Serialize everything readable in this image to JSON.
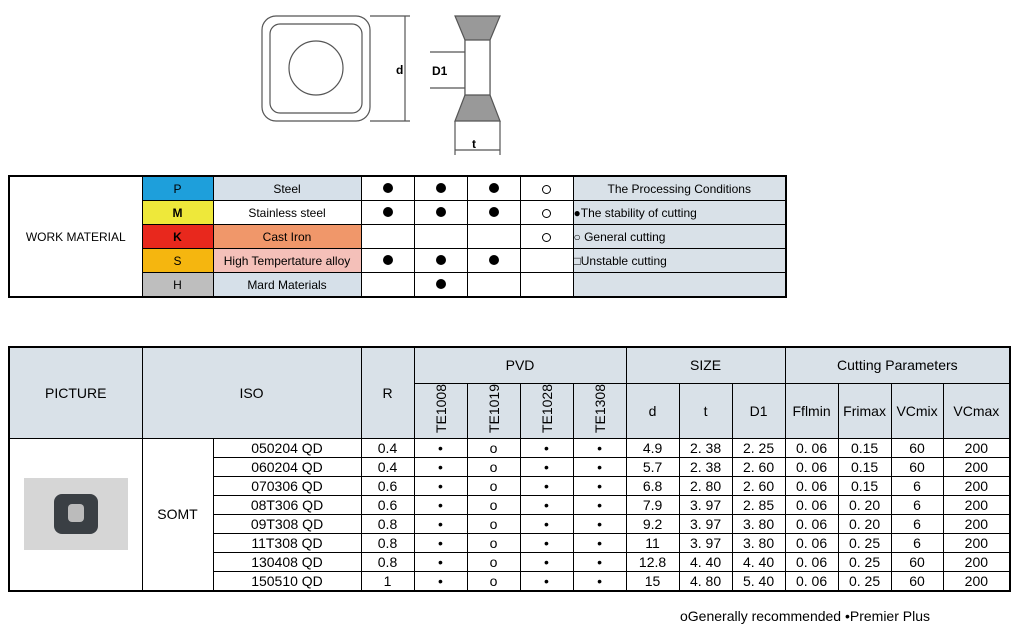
{
  "diagram": {
    "label_d": "d",
    "label_D1": "D1",
    "label_t": "t"
  },
  "work_material": {
    "title": "WORK MATERIAL",
    "rows": [
      {
        "code": "P",
        "name": "Steel",
        "code_color": "#1e9fdb",
        "name_color": "#d6e0e9",
        "marks": [
          "dot",
          "dot",
          "dot",
          "circle"
        ],
        "cond": "The Processing Conditions"
      },
      {
        "code": "M",
        "name": "Stainless steel",
        "code_color": "#eee83a",
        "name_color": "#ffffff",
        "marks": [
          "dot",
          "dot",
          "dot",
          "circle"
        ],
        "cond": "●The stability of cutting"
      },
      {
        "code": "K",
        "name": "Cast Iron",
        "code_color": "#e8281d",
        "name_color": "#f0976a",
        "marks": [
          "",
          "",
          "",
          "circle"
        ],
        "cond": "○ General cutting"
      },
      {
        "code": "S",
        "name": "High Tempertature alloy",
        "code_color": "#f5b60f",
        "name_color": "#f4c0b9",
        "marks": [
          "dot",
          "dot",
          "dot",
          ""
        ],
        "cond": "□Unstable cutting"
      },
      {
        "code": "H",
        "name": "Mard Materials",
        "code_color": "#bebebe",
        "name_color": "#d6e0e9",
        "marks": [
          "",
          "dot",
          "",
          ""
        ],
        "cond": ""
      }
    ]
  },
  "product_table": {
    "headers": {
      "picture": "PICTURE",
      "iso": "ISO",
      "r": "R",
      "pvd": "PVD",
      "size": "SIZE",
      "cutting": "Cutting Parameters",
      "grades": [
        "TE1008",
        "TE1019",
        "TE1028",
        "TE1308"
      ],
      "size_cols": [
        "d",
        "t",
        "D1"
      ],
      "cut_cols": [
        "Fflmin",
        "Frimax",
        "VCmix",
        "VCmax"
      ]
    },
    "series": "SOMT",
    "rows": [
      [
        "050204 QD",
        "0.4",
        "•",
        "o",
        "•",
        "•",
        "4.9",
        "2. 38",
        "2. 25",
        "0. 06",
        "0.15",
        "60",
        "200"
      ],
      [
        "060204 QD",
        "0.4",
        "•",
        "o",
        "•",
        "•",
        "5.7",
        "2. 38",
        "2. 60",
        "0. 06",
        "0.15",
        "60",
        "200"
      ],
      [
        "070306 QD",
        "0.6",
        "•",
        "o",
        "•",
        "•",
        "6.8",
        "2. 80",
        "2. 60",
        "0. 06",
        "0.15",
        "6",
        "200"
      ],
      [
        "08T306 QD",
        "0.6",
        "•",
        "o",
        "•",
        "•",
        "7.9",
        "3. 97",
        "2. 85",
        "0. 06",
        "0. 20",
        "6",
        "200"
      ],
      [
        "09T308 QD",
        "0.8",
        "•",
        "o",
        "•",
        "•",
        "9.2",
        "3. 97",
        "3. 80",
        "0. 06",
        "0. 20",
        "6",
        "200"
      ],
      [
        "11T308 QD",
        "0.8",
        "•",
        "o",
        "•",
        "•",
        "11",
        "3. 97",
        "3. 80",
        "0. 06",
        "0. 25",
        "6",
        "200"
      ],
      [
        "130408 QD",
        "0.8",
        "•",
        "o",
        "•",
        "•",
        "12.8",
        "4. 40",
        "4. 40",
        "0. 06",
        "0. 25",
        "60",
        "200"
      ],
      [
        "150510 QD",
        "1",
        "•",
        "o",
        "•",
        "•",
        "15",
        "4. 80",
        "5. 40",
        "0. 06",
        "0. 25",
        "60",
        "200"
      ]
    ]
  },
  "legend": "oGenerally recommended  •Premier Plus"
}
